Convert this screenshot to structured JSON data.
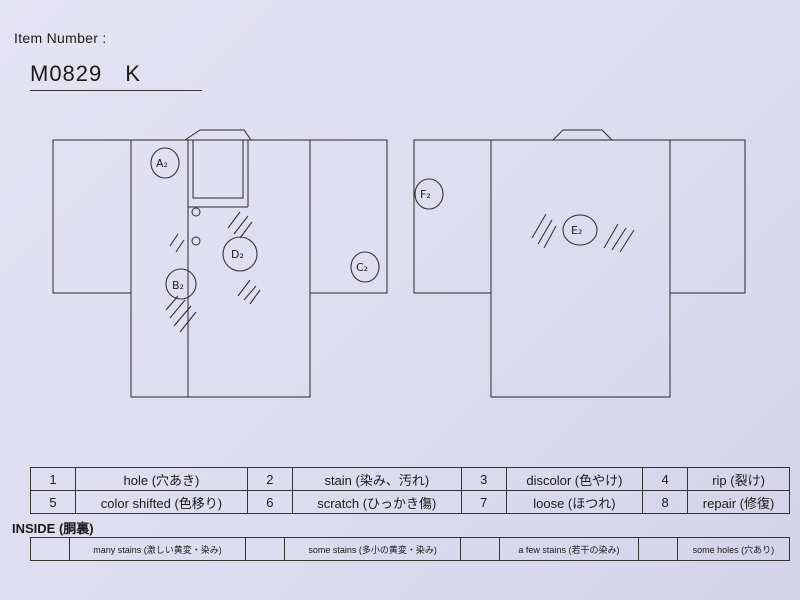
{
  "header": {
    "item_number_label": "Item Number :",
    "item_number_value": "M0829　K"
  },
  "marks": {
    "A": "A₂",
    "B": "B₂",
    "C": "C₂",
    "D": "D₂",
    "E": "E₂",
    "F": "F₂"
  },
  "legend": {
    "rows": [
      [
        {
          "num": "1",
          "label": "hole (穴あき)"
        },
        {
          "num": "2",
          "label": "stain (染み、汚れ)"
        },
        {
          "num": "3",
          "label": "discolor (色やけ)"
        },
        {
          "num": "4",
          "label": "rip (裂け)"
        }
      ],
      [
        {
          "num": "5",
          "label": "color shifted (色移り)"
        },
        {
          "num": "6",
          "label": "scratch (ひっかき傷)"
        },
        {
          "num": "7",
          "label": "loose (ほつれ)"
        },
        {
          "num": "8",
          "label": "repair (修復)"
        }
      ]
    ]
  },
  "inside": {
    "title": "INSIDE (胴裏)",
    "items": [
      "many stains (激しい黄変・染み)",
      "some stains (多小の黄変・染み)",
      "a few stains (若干の染み)",
      "some holes (穴あり)"
    ]
  }
}
